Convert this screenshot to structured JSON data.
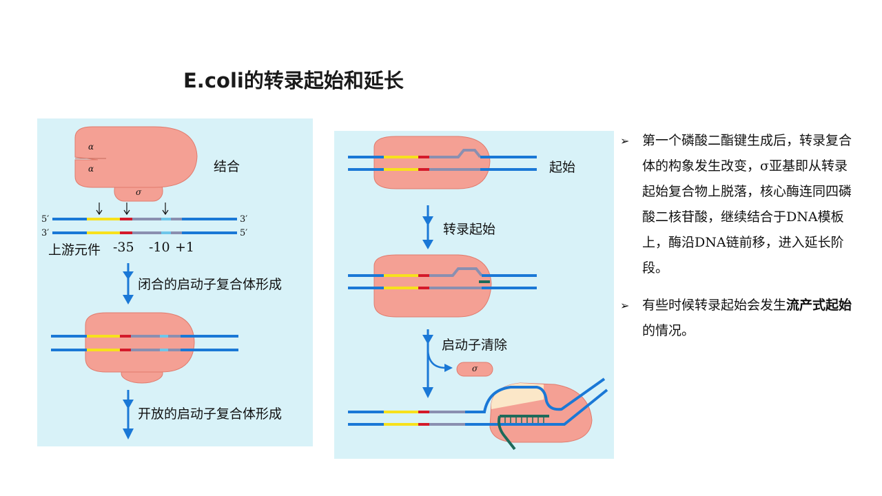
{
  "slide": {
    "title": "E.coli的转录起始和延长"
  },
  "left_panel": {
    "sigma_labels": [
      "α",
      "α",
      "σ"
    ],
    "binding_label": "结合",
    "strand_ends": [
      "5′",
      "3′",
      "3′",
      "5′"
    ],
    "promoter_labels": {
      "upstream": "上游元件",
      "m35": "-35",
      "m10": "-10",
      "p1": "+1"
    },
    "closed_complex": "闭合的启动子复合体形成",
    "open_complex": "开放的启动子复合体形成"
  },
  "right_panel": {
    "initiation_label": "起始",
    "transcription_start": "转录起始",
    "promoter_clearance": "启动子清除",
    "sigma_label": "σ"
  },
  "bullets": {
    "marker": "➢",
    "b1": "第一个磷酸二酯键生成后，转录复合体的构象发生改变，σ亚基即从转录起始复合物上脱落，核心酶连同四磷酸二核苷酸，继续结合于DNA模板上，酶沿DNA链前移，进入延长阶段。",
    "b2_pre": "有些时候转录起始会发生",
    "b2_bold": "流产式起始",
    "b2_post": "的情况。"
  },
  "colors": {
    "panel_bg": "#d8f2f8",
    "polymerase": "#f4a094",
    "dna_blue": "#1a78d6",
    "yellow": "#f7e11c",
    "red": "#d41a2a",
    "gray": "#8a8fb0",
    "light_blue": "#6ec6ea",
    "rna_green": "#1e6a5a"
  }
}
